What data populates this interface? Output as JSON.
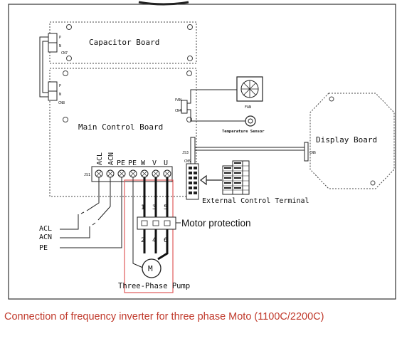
{
  "diagram": {
    "capacitor_board": "Capacitor Board",
    "main_control_board": "Main Control Board",
    "display_board": "Display Board",
    "fan": "FAN",
    "temperature_sensor": "Temperature Sensor",
    "external_control_terminal": "External Control Terminal",
    "motor_protection": "Motor protection",
    "three_phase_pump": "Three-Phase Pump",
    "motor": "M",
    "connectors": {
      "cn7": "CN7",
      "cn8": "CN8",
      "cn4": "CN4",
      "cn6": "CN6",
      "js1": "JS1",
      "js3": "JS3",
      "fan_conn": "FAN",
      "cn5": "CN5"
    },
    "terminals": [
      "ACL",
      "ACN",
      "PE",
      "PE",
      "W",
      "V",
      "U"
    ],
    "inputs": [
      "ACL",
      "ACN",
      "PE"
    ],
    "wire_numbers": [
      "1",
      "2",
      "3",
      "4",
      "5",
      "6"
    ],
    "pin_labels": [
      "P",
      "N",
      "P",
      "N"
    ]
  },
  "caption": {
    "text": "Connection of frequency inverter for three phase Moto  (1100C/2200C)",
    "color": "#c0392b"
  }
}
